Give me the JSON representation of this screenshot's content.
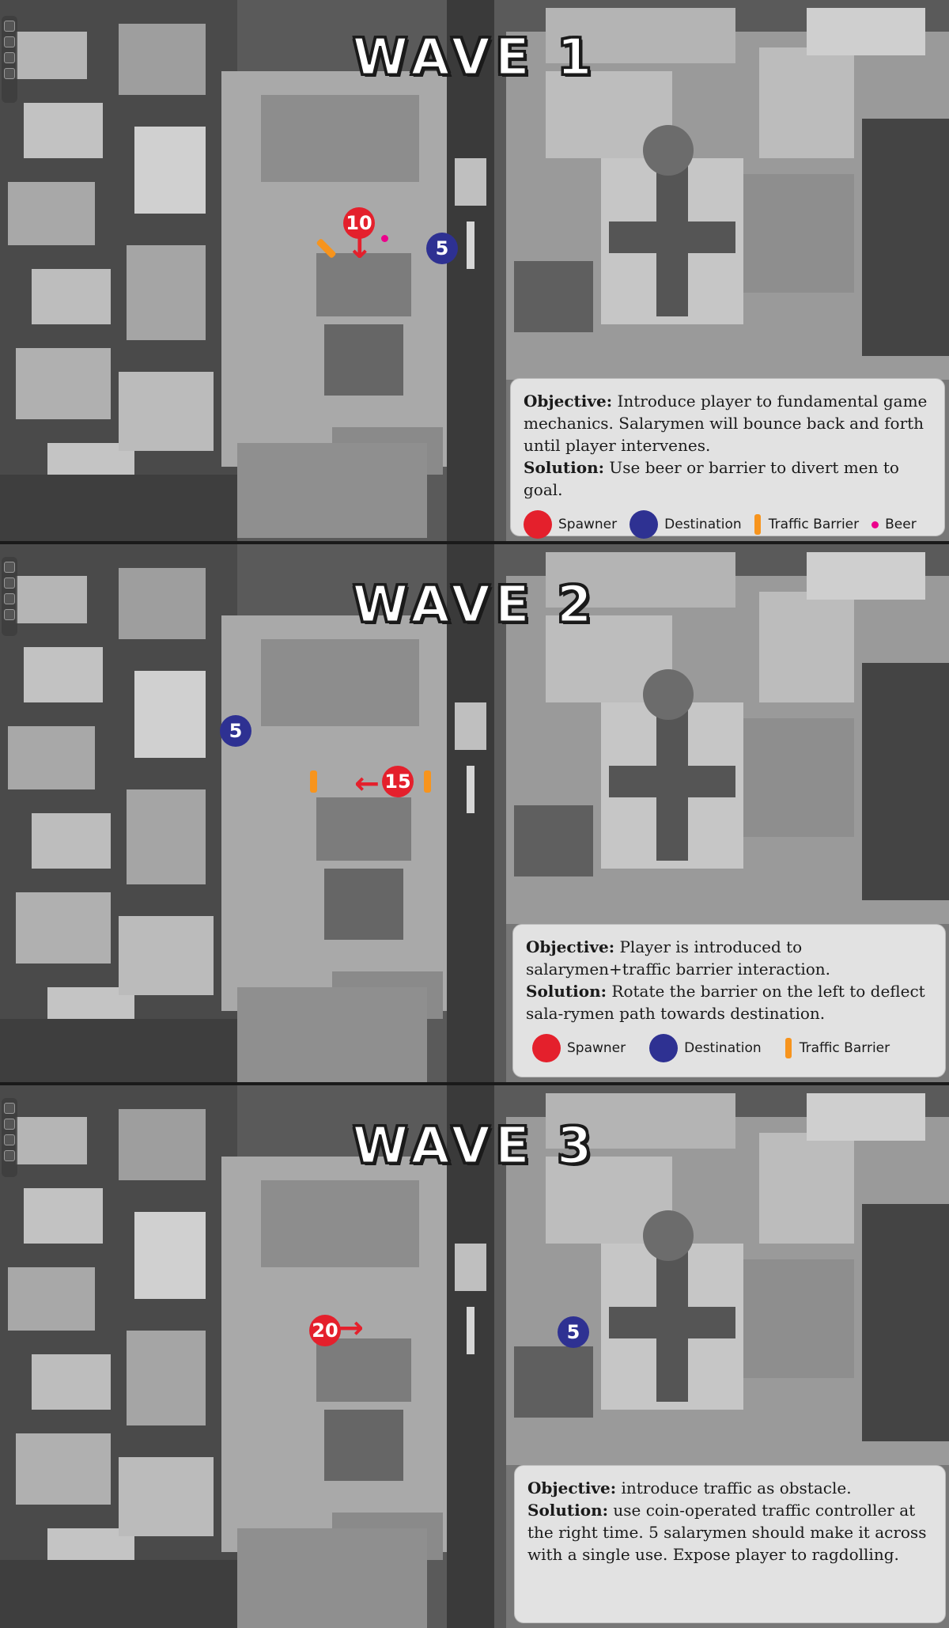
{
  "waves": [
    {
      "title": "WAVE 1",
      "objective_label": "Objective:",
      "objective_text": " Introduce player to fundamental game mechanics. Salarymen will bounce back and forth until player intervenes.",
      "solution_label": "Solution:",
      "solution_text": " Use beer or barrier to divert men to goal.",
      "spawner_count": "10",
      "destination_count": "5",
      "legend": [
        "Spawner",
        "Destination",
        "Traffic Barrier",
        "Beer"
      ]
    },
    {
      "title": "WAVE 2",
      "objective_label": "Objective:",
      "objective_text": " Player is introduced to salarymen+traffic barrier interaction.",
      "solution_label": "Solution:",
      "solution_text": " Rotate the barrier on the left to deflect sala-rymen path towards destination.",
      "spawner_count": "15",
      "destination_count": "5",
      "legend": [
        "Spawner",
        "Destination",
        "Traffic Barrier"
      ]
    },
    {
      "title": "WAVE 3",
      "objective_label": "Objective:",
      "objective_text": " introduce traffic as obstacle.",
      "solution_label": "Solution:",
      "solution_text": " use coin-operated traffic controller at the right time. 5 salarymen should make it across with a single use. Expose player to ragdolling.",
      "spawner_count": "20",
      "destination_count": "5"
    }
  ],
  "colors": {
    "spawner": "#e4202c",
    "destination": "#2e3192",
    "barrier": "#f7941d",
    "beer": "#ec008c"
  },
  "icons": {
    "spawner": "red-circle-icon",
    "destination": "blue-circle-icon",
    "barrier": "orange-bar-icon",
    "beer": "pink-dot-icon",
    "arrow": "red-arrow-icon"
  }
}
